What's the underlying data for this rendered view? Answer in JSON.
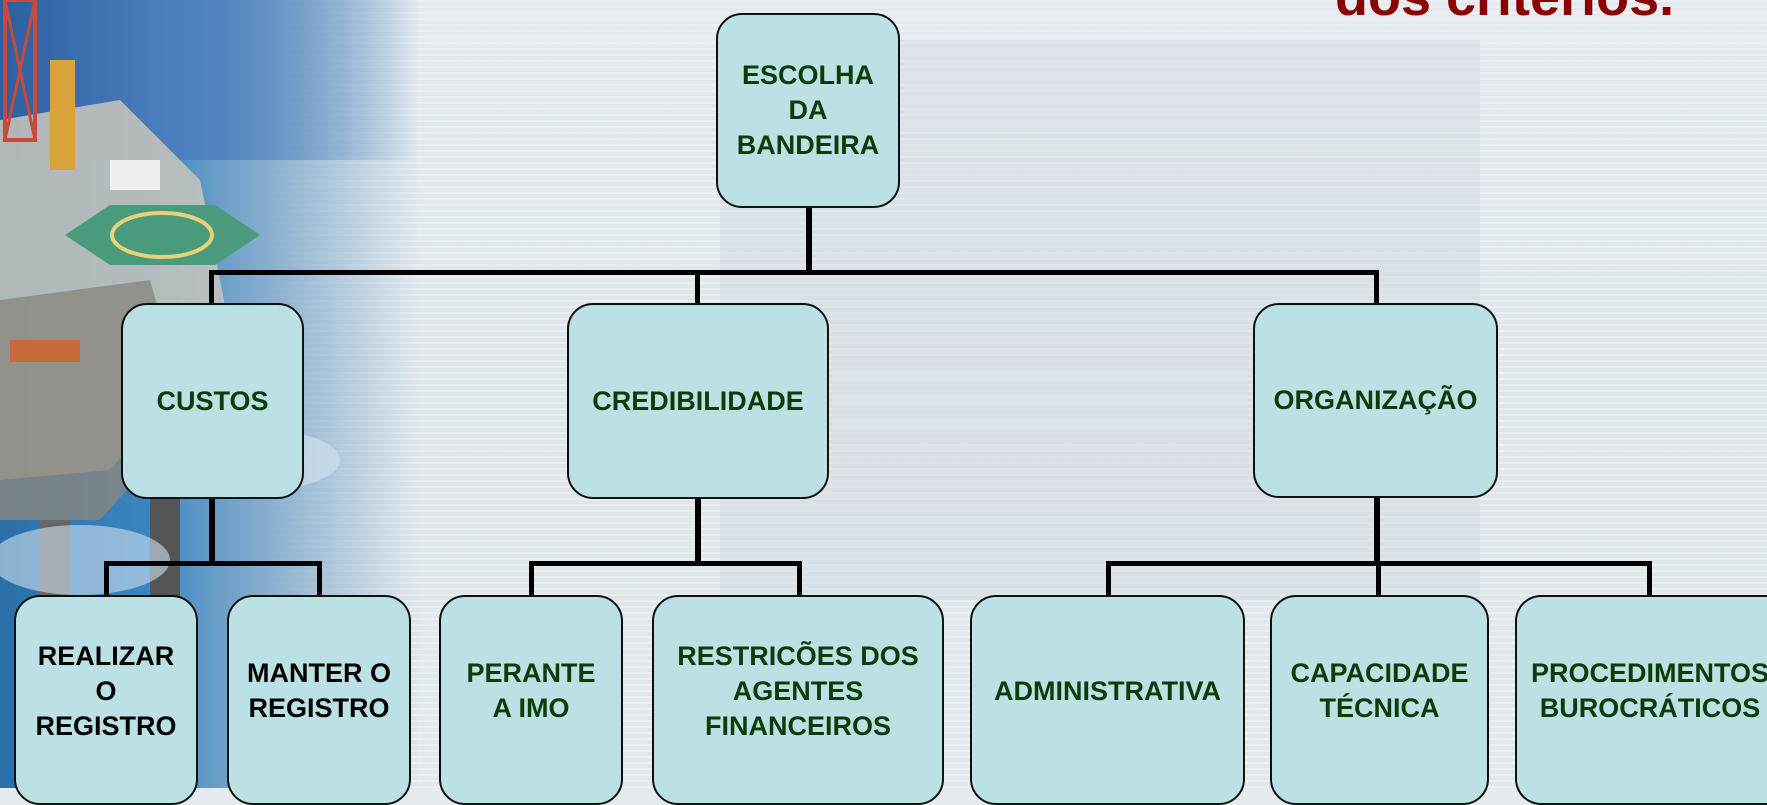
{
  "slide": {
    "title_fragment": "dos critérios."
  },
  "diagram": {
    "root": {
      "label": "ESCOLHA\nDA\nBANDEIRA"
    },
    "level1": [
      {
        "label": "CUSTOS"
      },
      {
        "label": "CREDIBILIDADE"
      },
      {
        "label": "ORGANIZAÇÃO"
      }
    ],
    "level2": [
      {
        "label": "REALIZAR\nO\nREGISTRO"
      },
      {
        "label": "MANTER O\nREGISTRO"
      },
      {
        "label": "PERANTE\nA IMO"
      },
      {
        "label": "RESTRICÕES DOS\nAGENTES\nFINANCEIROS"
      },
      {
        "label": "ADMINISTRATIVA"
      },
      {
        "label": "CAPACIDADE\nTÉCNICA"
      },
      {
        "label": "PROCEDIMENTOS\nBUROCRÁTICOS"
      }
    ]
  },
  "colors": {
    "node_fill": "#bbe1e4",
    "node_text": "#0b3d0b",
    "title_text": "#8b0000"
  }
}
